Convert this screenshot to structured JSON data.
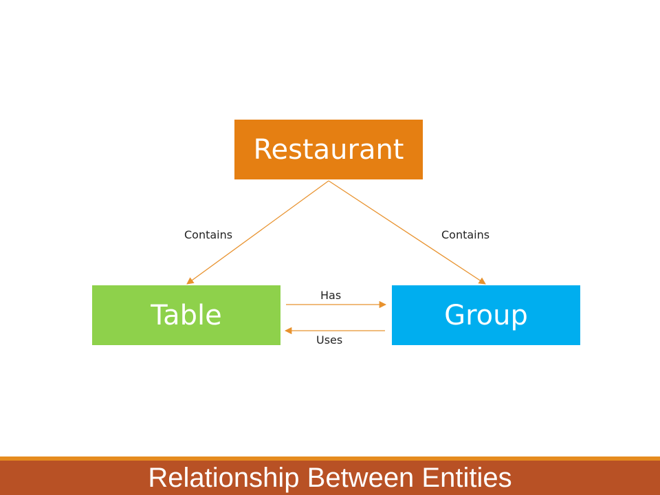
{
  "entities": {
    "restaurant": {
      "label": "Restaurant",
      "color": "#E57F12"
    },
    "table": {
      "label": "Table",
      "color": "#8ED14B"
    },
    "group": {
      "label": "Group",
      "color": "#00AEEF"
    }
  },
  "relations": {
    "restaurant_table": "Contains",
    "restaurant_group": "Contains",
    "table_group": "Has",
    "group_table": "Uses"
  },
  "colors": {
    "connector": "#E8922E",
    "footer_bar": "#B85125",
    "footer_line": "#E58B1E"
  },
  "footer": {
    "title": "Relationship Between Entities"
  }
}
